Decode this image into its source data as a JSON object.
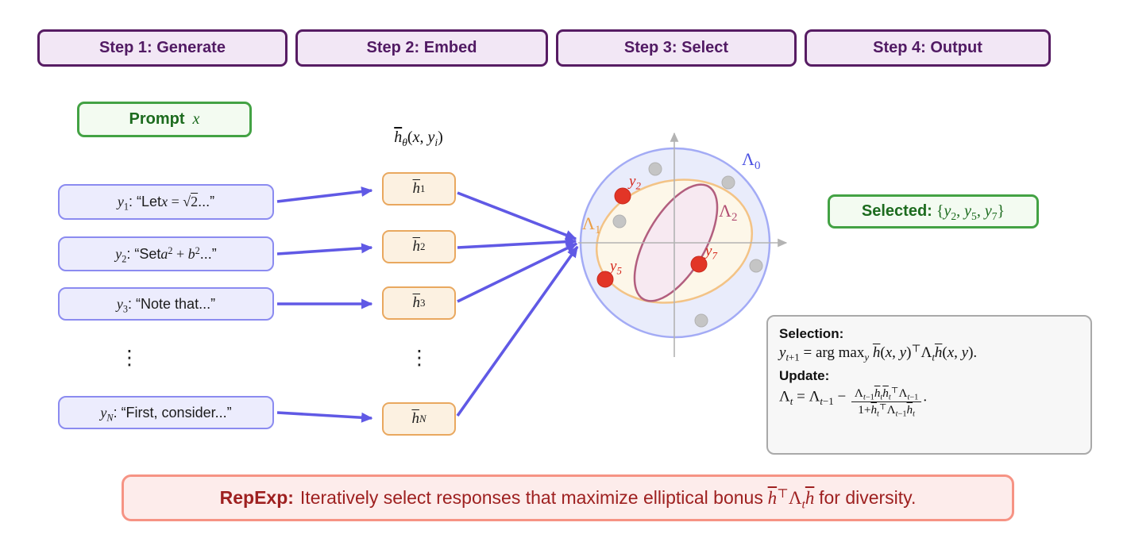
{
  "steps": [
    {
      "label": "Step 1: Generate"
    },
    {
      "label": "Step 2: Embed"
    },
    {
      "label": "Step 3: Select"
    },
    {
      "label": "Step 4: Output"
    }
  ],
  "prompt_html": "<b>Prompt</b> <span class='math'>&nbsp;<i>x</i></span>",
  "responses": [
    {
      "label_html": "<span class='math'><i>y</i><sub>1</sub></span>: “Let <span class='math'><i>x</i> = √<span class='ov'>2</span></span>...”"
    },
    {
      "label_html": "<span class='math'><i>y</i><sub>2</sub></span>: “Set <span class='math'><i>a</i><sup>2</sup> + <i>b</i><sup>2</sup></span>...”"
    },
    {
      "label_html": "<span class='math'><i>y</i><sub>3</sub></span>: “Note that...”"
    },
    {
      "label_html": "<span class='math'><i>y</i><sub><i>N</i></sub></span>: “First, consider...”"
    }
  ],
  "ellipsis": "⋮",
  "embed": {
    "header_html": "<span class='ov'><i>h</i></span><sub><i>θ</i></sub>(<i>x</i>, <i>y</i><sub><i>i</i></sub>)",
    "items": [
      {
        "label_html": "<span class='ov'><i>h</i></span><sub>1</sub>"
      },
      {
        "label_html": "<span class='ov'><i>h</i></span><sub>2</sub>"
      },
      {
        "label_html": "<span class='ov'><i>h</i></span><sub>3</sub>"
      },
      {
        "label_html": "<span class='ov'><i>h</i></span><sub><i>N</i></sub>"
      }
    ]
  },
  "plot": {
    "lambda0_html": "Λ<sub>0</sub>",
    "lambda1_html": "Λ<sub>1</sub>",
    "lambda2_html": "Λ<sub>2</sub>",
    "point2_html": "<i>y</i><sub>2</sub>",
    "point5_html": "<i>y</i><sub>5</sub>",
    "point7_html": "<i>y</i><sub>7</sub>"
  },
  "selected_html": "<b>Selected:</b> <span class='math'>{<i>y</i><sub>2</sub>, <i>y</i><sub>5</sub>, <i>y</i><sub>7</sub>}</span>",
  "formulas": {
    "selection_title": "Selection:",
    "selection_html": "<i>y</i><sub><i>t</i>+1</sub> = arg max<sub><i>y</i></sub> <span class='ov'><i>h</i></span>(<i>x</i>, <i>y</i>)<sup>⊤</sup>Λ<sub><i>t</i></sub><span class='ov'><i>h</i></span>(<i>x</i>, <i>y</i>).",
    "update_title": "Update:",
    "update_html": "Λ<sub><i>t</i></sub> = Λ<sub><i>t</i>−1</sub> − <span class='frac'><span class='fnum'>Λ<sub><i>t</i>−1</sub><span class='ov'><i>h</i></span><sub><i>t</i></sub><span class='ov'><i>h</i></span><sub><i>t</i></sub><sup>⊤</sup>Λ<sub><i>t</i>−1</sub></span><span class='fden'>1+<span class='ov'><i>h</i></span><sub><i>t</i></sub><sup>⊤</sup>Λ<sub><i>t</i>−1</sub><span class='ov'><i>h</i></span><sub><i>t</i></sub></span></span>."
  },
  "footer_html": "<b>RepExp:</b> Iteratively select responses that maximize elliptical bonus <span class='math'>&nbsp;<span class='ov'><i>h</i></span><sup>⊤</sup>Λ<sub><i>t</i></sub><span class='ov'><i>h</i></span>&nbsp;</span> for diversity.",
  "colors": {
    "step_border": "#571c63",
    "step_fill": "#f2e7f5",
    "green_border": "#43a244",
    "green_fill": "#f3fbf1",
    "green_text": "#1c6b1e",
    "response_border": "#8b8bf0",
    "response_fill": "#ececfd",
    "embed_border": "#e9a85f",
    "embed_fill": "#fcf1e1",
    "arrow": "#6059e5",
    "lambda0_stroke": "#a3abf5",
    "lambda0_fill": "#e9ecfb",
    "lambda1_stroke": "#f3c386",
    "lambda1_fill": "#fdf7e9",
    "lambda2_stroke": "#b25e7e",
    "lambda2_fill": "#f7e9f1",
    "point_red": "#e23527",
    "point_gray": "#c5c5c5",
    "axis_gray": "#b3b3b3",
    "formula_border": "#a9a9a9",
    "formula_fill": "#f7f7f7",
    "footer_border": "#f69384",
    "footer_fill": "#fdeceb",
    "footer_text": "#9e2020"
  }
}
